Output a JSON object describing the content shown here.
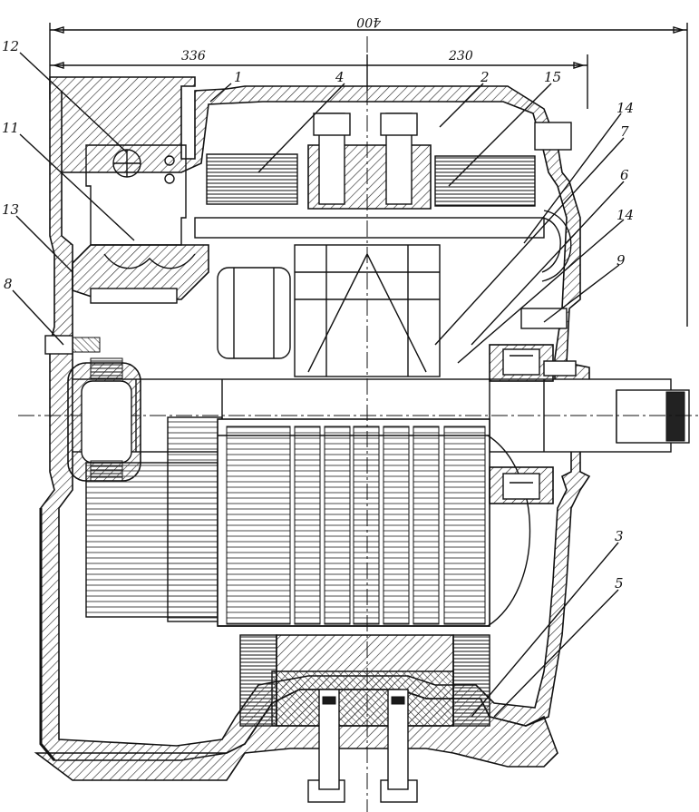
{
  "dimensions": {
    "overall": "400",
    "left": "336",
    "right": "230"
  },
  "callouts": [
    "12",
    "11",
    "13",
    "8",
    "1",
    "4",
    "2",
    "15",
    "14",
    "7",
    "6",
    "14",
    "9",
    "3",
    "5"
  ]
}
